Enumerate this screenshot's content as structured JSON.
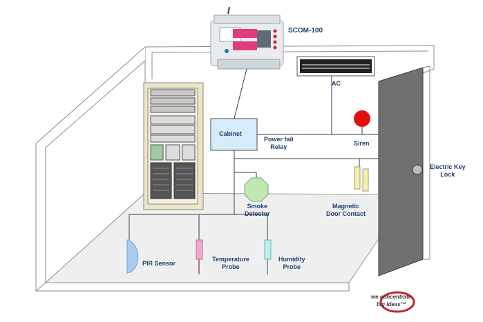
{
  "device": {
    "name": "SCOM-100"
  },
  "labels": {
    "ac": "AC",
    "cabinet": "Cabinet",
    "power_fail_relay_1": "Power fail",
    "power_fail_relay_2": "Relay",
    "siren": "Siren",
    "electric_key_lock_1": "Electric Key",
    "electric_key_lock_2": "Lock",
    "smoke_detector_1": "Smoke",
    "smoke_detector_2": "Detector",
    "magnetic_door_contact_1": "Magnetic",
    "magnetic_door_contact_2": "Door Contact",
    "pir_sensor": "PIR Sensor",
    "temperature_probe_1": "Temperature",
    "temperature_probe_2": "Probe",
    "humidity_probe_1": "Humidity",
    "humidity_probe_2": "Probe"
  },
  "logo": {
    "line1": "we concentrate",
    "line2": "big ideas™"
  },
  "colors": {
    "wire": "#3a3a3a",
    "cabinet_fill": "#d6ecfb",
    "siren": "#e01010",
    "smoke_detector": "#bfe8b2",
    "pir_sensor": "#a9ccf0",
    "temperature_probe": "#f3a6cf",
    "humidity_probe": "#b8f0ee",
    "door_contact": "#f4f1a0",
    "door": "#707070",
    "floor": "#eef0f0",
    "logo_red": "#c0282d"
  }
}
